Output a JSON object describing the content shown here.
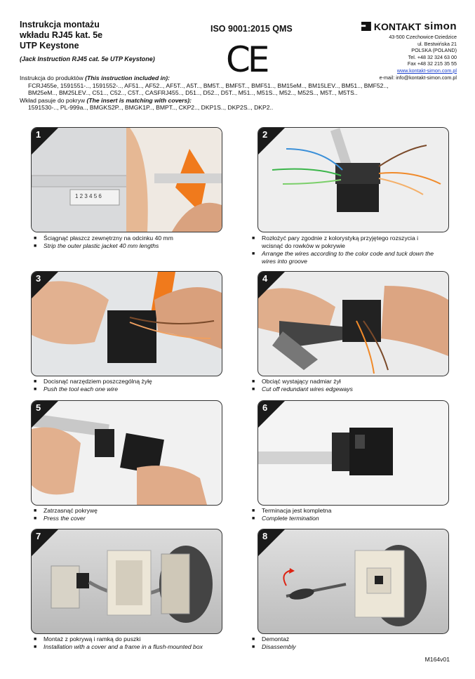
{
  "header": {
    "title_lines": [
      "Instrukcja montażu",
      "wkładu RJ45 kat. 5e",
      "UTP Keystone"
    ],
    "subtitle": "(Jack Instruction RJ45 cat. 5e UTP Keystone)",
    "iso": "ISO 9001:2015 QMS",
    "ce_mark": "CE",
    "logo_kontakt": "KONTAKT",
    "logo_simon": "simon",
    "address": [
      "43-500 Czechowice-Dziedzice",
      "ul. Bestwińska 21",
      "POLSKA (POLAND)",
      "Tel. +48 32 324 63 00",
      "Fax +48 32 215 35 55"
    ],
    "website": "www.kontakt-simon.com.pl",
    "email": "e-mail: info@kontakt-simon.com.pl"
  },
  "info": {
    "products_label": "Instrukcja do produktów ",
    "products_label_en": "(This instruction included in):",
    "products_line1": "FCRJ455e, 1591551-.., 1591552-.., AF51.., AF52.., AF5T.., A5T.., BM5T.., BMF5T.., BMF51.., BM15eM.., BM15LEV.., BM51.., BMF52..,",
    "products_line2": "BM25eM.., BM25LEV.., C51.., C52.., C5T.., CASFRJ455.., D51.., D52.., D5T.., M51.., M51S.., M52.., M52S.., M5T.., M5TS..",
    "covers_label": "Wkład pasuje do pokryw ",
    "covers_label_en": "(The insert is matching with covers):",
    "covers_line": "1591530-.., PL-999a.., BMGKS2P.., BMGK1P.., BMPT.., CKP2.., DKP1S.., DKP2S.., DKP2.."
  },
  "steps": [
    {
      "n": "1",
      "pl": "Ściągnąć płaszcz zewnętrzny na odcinku 40 mm",
      "en": "Strip the outer plastic jacket 40 mm lengths",
      "ruler": "1 2 3 4 5 6"
    },
    {
      "n": "2",
      "pl": "Rozłożyć pary zgodnie z kolorystyką przyjętego rozszycia i",
      "pl2": "wcisnąć do rowków w pokrywie",
      "en": "Arrange the wires according to the color code and tuck down the",
      "en2": "wires into groove"
    },
    {
      "n": "3",
      "pl": "Docisnąć narzędziem poszczególną żyłę",
      "en": "Push the tool each one wire"
    },
    {
      "n": "4",
      "pl": "Obciąć wystający nadmiar żył",
      "en": "Cut off redundant wires edgeways"
    },
    {
      "n": "5",
      "pl": "Zatrzasnąć pokrywę",
      "en": "Press the cover"
    },
    {
      "n": "6",
      "pl": "Terminacja jest kompletna",
      "en": "Complete termination"
    },
    {
      "n": "7",
      "pl": "Montaż z pokrywą i ramką do puszki",
      "en": "Installation with a cover and a frame in a flush-mounted box"
    },
    {
      "n": "8",
      "pl": "Demontaż",
      "en": "Disassembly"
    }
  ],
  "version": "M164v01"
}
